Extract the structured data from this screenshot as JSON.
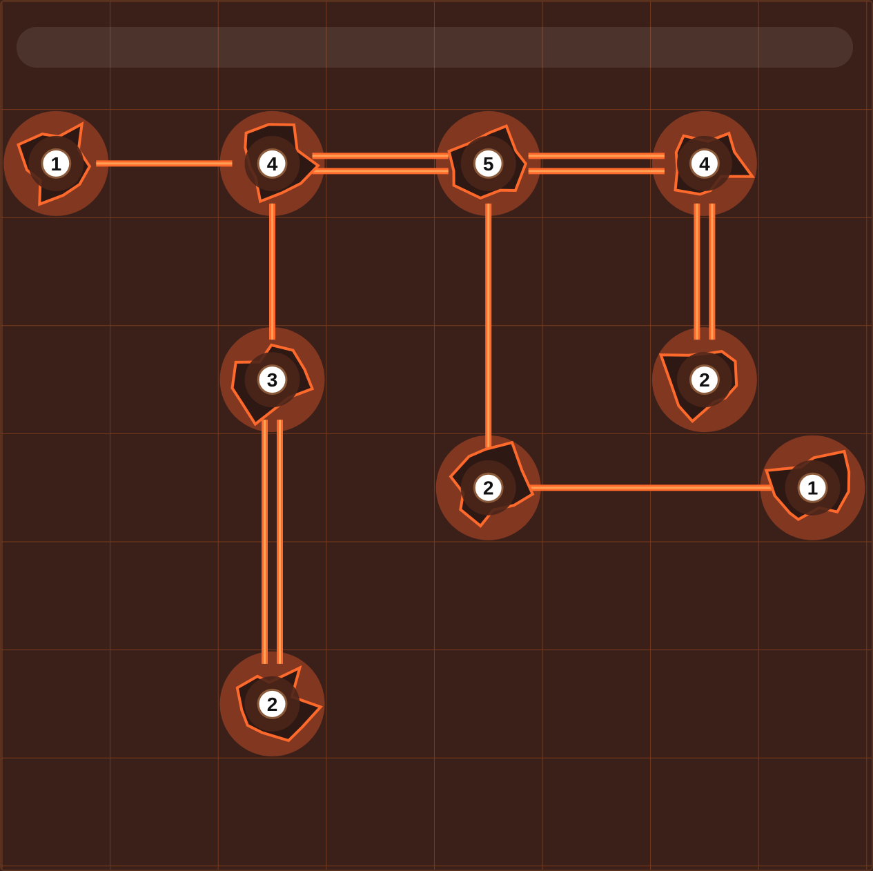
{
  "game": {
    "name": "",
    "status_text": "",
    "colors": {
      "background": "#3b2019",
      "grid": "#7a3a1c",
      "accent": "#ff6a2c",
      "bridge_core": "#ffa055",
      "halo": "#bd4a28",
      "island_fill": "#2e1813",
      "label_circle": "#ffffff"
    },
    "grid": {
      "columns": 8,
      "rows": 8
    },
    "islands": [
      {
        "id": "i-0-1",
        "col": 0,
        "row": 1,
        "required": "1",
        "icon": "rock-island-icon"
      },
      {
        "id": "i-2-1",
        "col": 2,
        "row": 1,
        "required": "4",
        "icon": "rock-island-icon"
      },
      {
        "id": "i-4-1",
        "col": 4,
        "row": 1,
        "required": "5",
        "icon": "rock-island-icon"
      },
      {
        "id": "i-6-1",
        "col": 6,
        "row": 1,
        "required": "4",
        "icon": "rock-island-icon"
      },
      {
        "id": "i-2-3",
        "col": 2,
        "row": 3,
        "required": "3",
        "icon": "rock-island-icon"
      },
      {
        "id": "i-6-3",
        "col": 6,
        "row": 3,
        "required": "2",
        "icon": "rock-island-icon"
      },
      {
        "id": "i-4-4",
        "col": 4,
        "row": 4,
        "required": "2",
        "icon": "rock-island-icon"
      },
      {
        "id": "i-7-4",
        "col": 7,
        "row": 4,
        "required": "1",
        "icon": "rock-island-icon"
      },
      {
        "id": "i-2-6",
        "col": 2,
        "row": 6,
        "required": "2",
        "icon": "rock-island-icon"
      }
    ],
    "bridges": [
      {
        "from": "i-0-1",
        "to": "i-2-1",
        "count": 1
      },
      {
        "from": "i-2-1",
        "to": "i-4-1",
        "count": 2
      },
      {
        "from": "i-4-1",
        "to": "i-6-1",
        "count": 2
      },
      {
        "from": "i-2-1",
        "to": "i-2-3",
        "count": 1
      },
      {
        "from": "i-2-3",
        "to": "i-2-6",
        "count": 2
      },
      {
        "from": "i-4-1",
        "to": "i-4-4",
        "count": 1
      },
      {
        "from": "i-6-1",
        "to": "i-6-3",
        "count": 2
      },
      {
        "from": "i-4-4",
        "to": "i-7-4",
        "count": 1
      }
    ]
  }
}
